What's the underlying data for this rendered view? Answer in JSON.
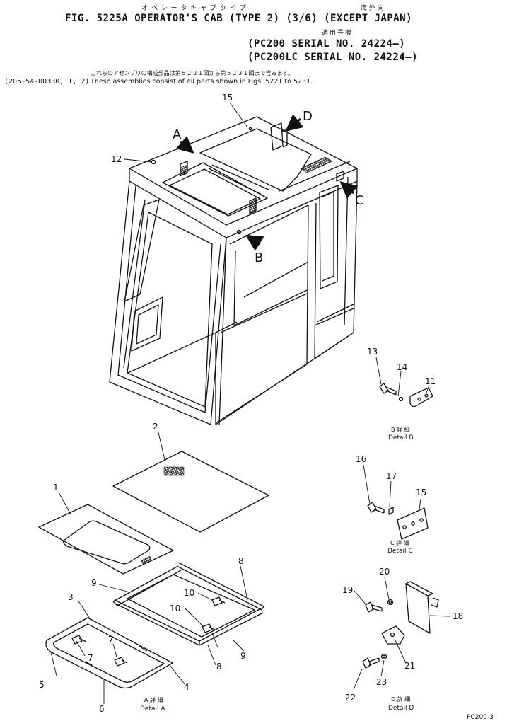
{
  "header": {
    "jp_title": "オ ペ レ ー タ   キ ャ ブ   タ イ プ",
    "jp_title_right": "海  外  向",
    "fig_line": "FIG. 5225A  OPERATOR'S CAB (TYPE 2) (3/6) (EXCEPT JAPAN)",
    "jp_applicable": "適用号機",
    "serial_1": "(PC200      SERIAL  NO. 24224–)",
    "serial_2": "(PC200LC   SERIAL  NO. 24224–)",
    "jp_note": "これらのアセンブリの構成部品は第５２２１図から第５２３１図まで含みます。",
    "note_code": "(205-54-00330, 1, 2) :",
    "note_text": "These assemblies consist of all parts shown in Figs. 5221 to 5231.",
    "page_code": "PC200-3"
  },
  "view_labels": {
    "A": "A",
    "B": "B",
    "C": "C",
    "D": "D"
  },
  "callouts": {
    "c1": "1",
    "c2": "2",
    "c3": "3",
    "c4": "4",
    "c5": "5",
    "c6": "6",
    "c7a": "7",
    "c7b": "7",
    "c8a": "8",
    "c8b": "8",
    "c9a": "9",
    "c9b": "9",
    "c10a": "10",
    "c10b": "10",
    "c11": "11",
    "c12": "12",
    "c13": "13",
    "c14": "14",
    "c15a": "15",
    "c15b": "15",
    "c16": "16",
    "c17": "17",
    "c18": "18",
    "c19": "19",
    "c20": "20",
    "c21": "21",
    "c22": "22",
    "c23": "23"
  },
  "details": {
    "a_jp": "A  詳  細",
    "a_en": "Detail  A",
    "b_jp": "B  詳  細",
    "b_en": "Detail  B",
    "c_jp": "C  詳  細",
    "c_en": "Detail  C",
    "d_jp": "D  詳  細",
    "d_en": "Detail  D"
  }
}
